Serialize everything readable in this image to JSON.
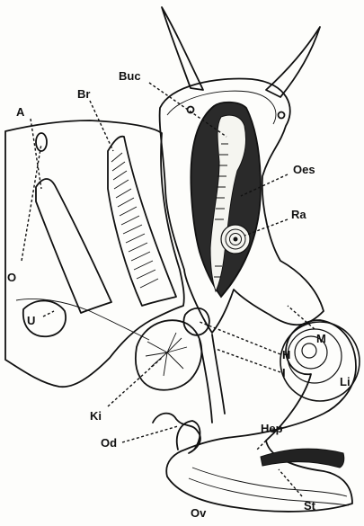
{
  "labels": {
    "A": "A",
    "Br": "Br",
    "Buc": "Buc",
    "Oes": "Oes",
    "Ra": "Ra",
    "O": "O",
    "U": "U",
    "M": "M",
    "H": "H",
    "I": "I",
    "Li": "Li",
    "Ki": "Ki",
    "Od": "Od",
    "Hep": "Hep",
    "St": "St",
    "Ov": "Ov"
  }
}
